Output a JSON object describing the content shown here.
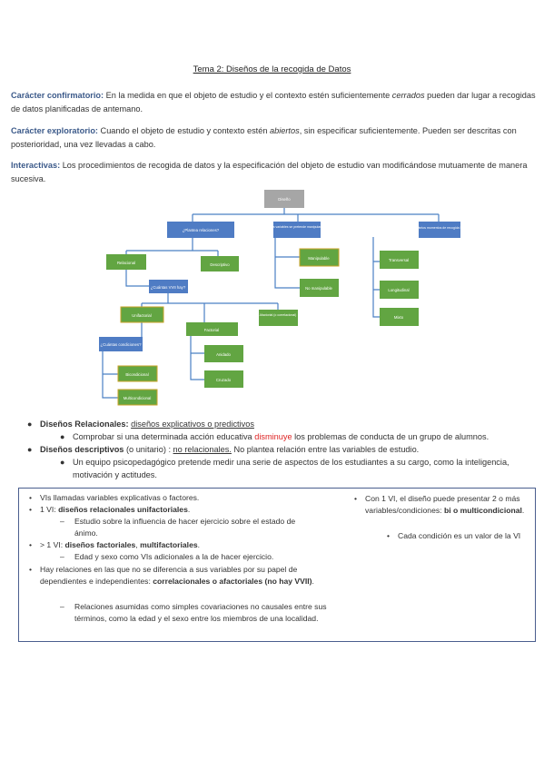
{
  "title": "Tema 2: Diseños de la recogida de Datos",
  "p1": {
    "label": "Carácter confirmatorio:",
    "pre": " En la medida en que el objeto de estudio y el contexto estén suficientemente ",
    "em": "cerrados",
    "post": " pueden dar lugar a recogidas de datos planificadas de antemano."
  },
  "p2": {
    "label": "Carácter exploratorio:",
    "pre": " Cuando el objeto de estudio y contexto estén ",
    "em": "abiertos",
    "post": ", sin especificar suficientemente. Pueden ser descritas con posterioridad, una vez llevadas a cabo."
  },
  "p3": {
    "label": "Interactivas:",
    "text": " Los procedimientos de recogida de datos y la especificación del objeto de estudio van modificándose mutuamente de manera sucesiva."
  },
  "diagram": {
    "root": "Diseño",
    "q1": "¿Plantea relaciones?",
    "q2": "¿Cuántas variables se pretende manipular? ¿Hay?",
    "q3": "¿Cuántos momentos de recogida hay?",
    "rel": "Relacional",
    "desc": "Descriptivo",
    "qvi": "¿Cuántas VVII hay?",
    "uni": "Unifactorial",
    "fac": "Factorial",
    "qcond": "¿Cuántas condiciones?",
    "bic": "Bicondicional",
    "multi": "Multicondicional",
    "anid": "Anidado",
    "cruz": "Cruzado",
    "afac": "Afactorial (o correlacional)",
    "man": "Manipulable",
    "noman": "No manipulable",
    "trans": "Transversal",
    "long": "Longitudinal",
    "mixto": "Mixto"
  },
  "list": {
    "i1_label": "Diseños Relacionales:",
    "i1_u": "diseños explicativos o predictivos",
    "i1_sub_pre": "Comprobar si una determinada acción educativa ",
    "i1_sub_red": "disminuye",
    "i1_sub_post": " los problemas de conducta de un grupo de alumnos.",
    "i2_label": "Diseños descriptivos",
    "i2_mid": " (o unitario) : ",
    "i2_u": "no relacionales.",
    "i2_post": " No plantea relación entre las variables de estudio.",
    "i2_sub": "Un equipo psicopedagógico pretende medir una serie de aspectos de los estudiantes a su cargo, como la inteligencia, motivación y actitudes."
  },
  "box": {
    "l1": "VIs llamadas variables explicativas o factores.",
    "l2_pre": "1 VI: ",
    "l2_b": "diseños relacionales unifactoriales",
    "l2_post": ".",
    "l2_sub": "Estudio sobre la influencia de hacer ejercicio sobre el estado de ánimo.",
    "l3_pre": "> 1 VI: ",
    "l3_b": "diseños factoriales",
    "l3_mid": ", ",
    "l3_b2": "multifactoriales",
    "l3_post": ".",
    "l3_sub": "Edad y sexo como VIs adicionales a la de hacer ejercicio.",
    "l4_pre": "Hay relaciones en las que no se diferencia a sus variables por su papel de dependientes e independientes: ",
    "l4_b": "correlacionales o afactoriales (no hay VVII)",
    "l4_post": ".",
    "l4_sub": "Relaciones asumidas como simples covariaciones no causales entre sus términos, como la edad y el sexo entre los miembros de una localidad.",
    "r1_pre": "Con 1 VI, el diseño puede presentar 2 o más variables/condiciones: ",
    "r1_b": "bi o multicondicional",
    "r1_post": ".",
    "r1_sub": "Cada condición es un valor de la VI"
  }
}
